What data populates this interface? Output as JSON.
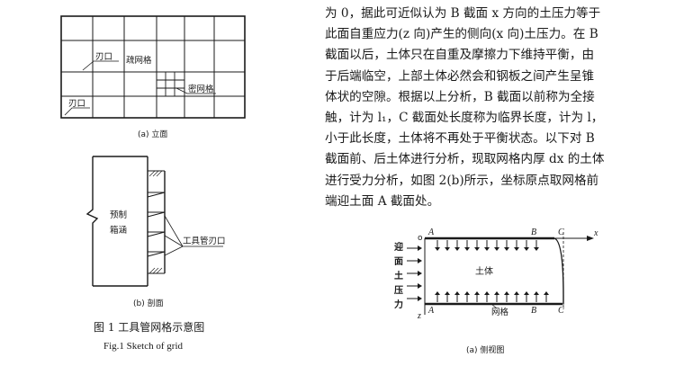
{
  "figure1": {
    "elevation": {
      "label_cutting_edge_top": "刃口",
      "label_sparse_grid": "疏网格",
      "label_dense_grid": "密网格",
      "label_cutting_edge_bottom": "刃口",
      "caption": "(a) 立面"
    },
    "section": {
      "label_prefab": "预制",
      "label_box_culvert": "箱涵",
      "label_tool_pipe": "工具管刃口",
      "caption": "(b) 剖面"
    },
    "title_cn": "图 1    工具管网格示意图",
    "title_en": "Fig.1   Sketch of grid"
  },
  "body": {
    "lines": [
      "为 0，据此可近似认为 B 截面 x 方向的土压力等于",
      "此面自重应力(z 向)产生的侧向(x 向)土压力。在 B",
      "截面以后，土体只在自重及摩擦力下维持平衡，由",
      "于后端临空，上部土体必然会和钢板之间产生呈锥",
      "体状的空隙。根据以上分析，B 截面以前称为全接",
      "触，计为 l₁，C 截面处长度称为临界长度，计为 l，",
      "小于此长度，土体将不再处于平衡状态。以下对 B",
      "截面前、后土体进行分析，现取网格内厚 dx 的土体",
      "进行受力分析，如图 2(b)所示，坐标原点取网格前",
      "端迎土面 A 截面处。"
    ]
  },
  "figure2a": {
    "side_label": [
      "迎",
      "面",
      "土",
      "压",
      "力"
    ],
    "origin": "o",
    "axis_x": "x",
    "axis_z": "z",
    "label_A_top": "A",
    "label_B_top": "B",
    "label_C_top": "C",
    "label_A_bottom": "A",
    "label_B_bottom": "B",
    "label_C_bottom": "C",
    "label_soil": "土体",
    "label_grid": "网格",
    "caption": "(a) 侧视图"
  }
}
